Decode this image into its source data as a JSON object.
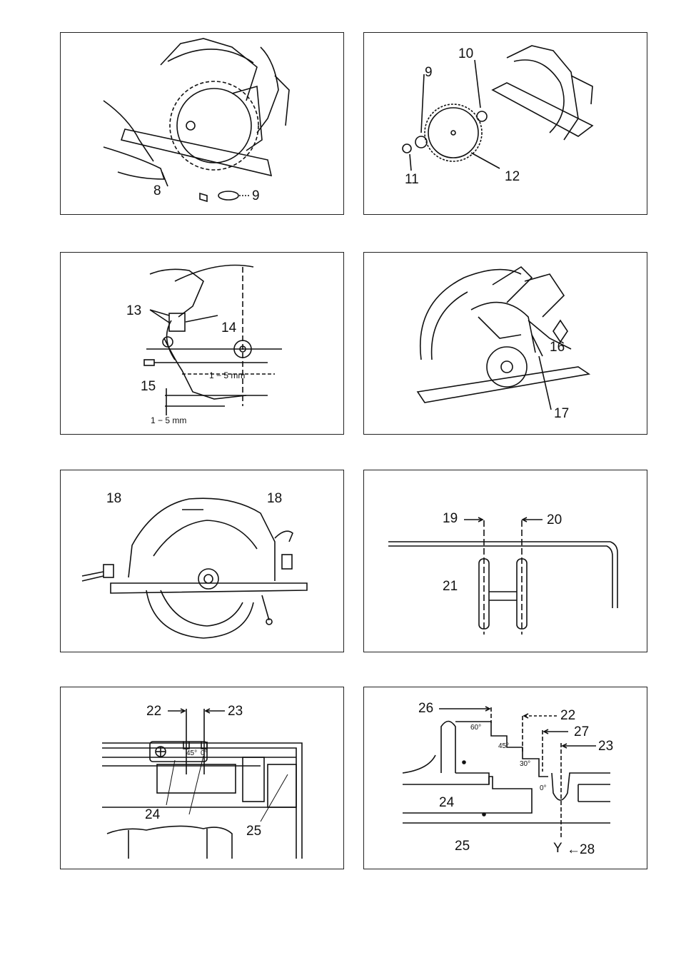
{
  "figure1": {
    "label_8": "8",
    "label_9": "9"
  },
  "figure2": {
    "label_9": "9",
    "label_10": "10",
    "label_11": "11",
    "label_12": "12"
  },
  "figure3": {
    "label_13": "13",
    "label_14": "14",
    "label_15": "15",
    "dim_upper": "1 − 5 mm",
    "dim_lower": "1 − 5 mm"
  },
  "figure4": {
    "label_16": "16",
    "label_17": "17"
  },
  "figure5": {
    "label_18_left": "18",
    "label_18_right": "18"
  },
  "figure6": {
    "label_19": "19",
    "label_20": "20",
    "label_21": "21"
  },
  "figure7": {
    "label_22": "22",
    "label_23": "23",
    "label_24": "24",
    "label_25": "25",
    "mark_45": "45°",
    "mark_0": "0°"
  },
  "figure8": {
    "label_26": "26",
    "label_22": "22",
    "label_27": "27",
    "label_23": "23",
    "label_24": "24",
    "label_25": "25",
    "label_28": "28",
    "label_y": "Y",
    "angle_60": "60°",
    "angle_45": "45°",
    "angle_30": "30°",
    "angle_0": "0°"
  }
}
